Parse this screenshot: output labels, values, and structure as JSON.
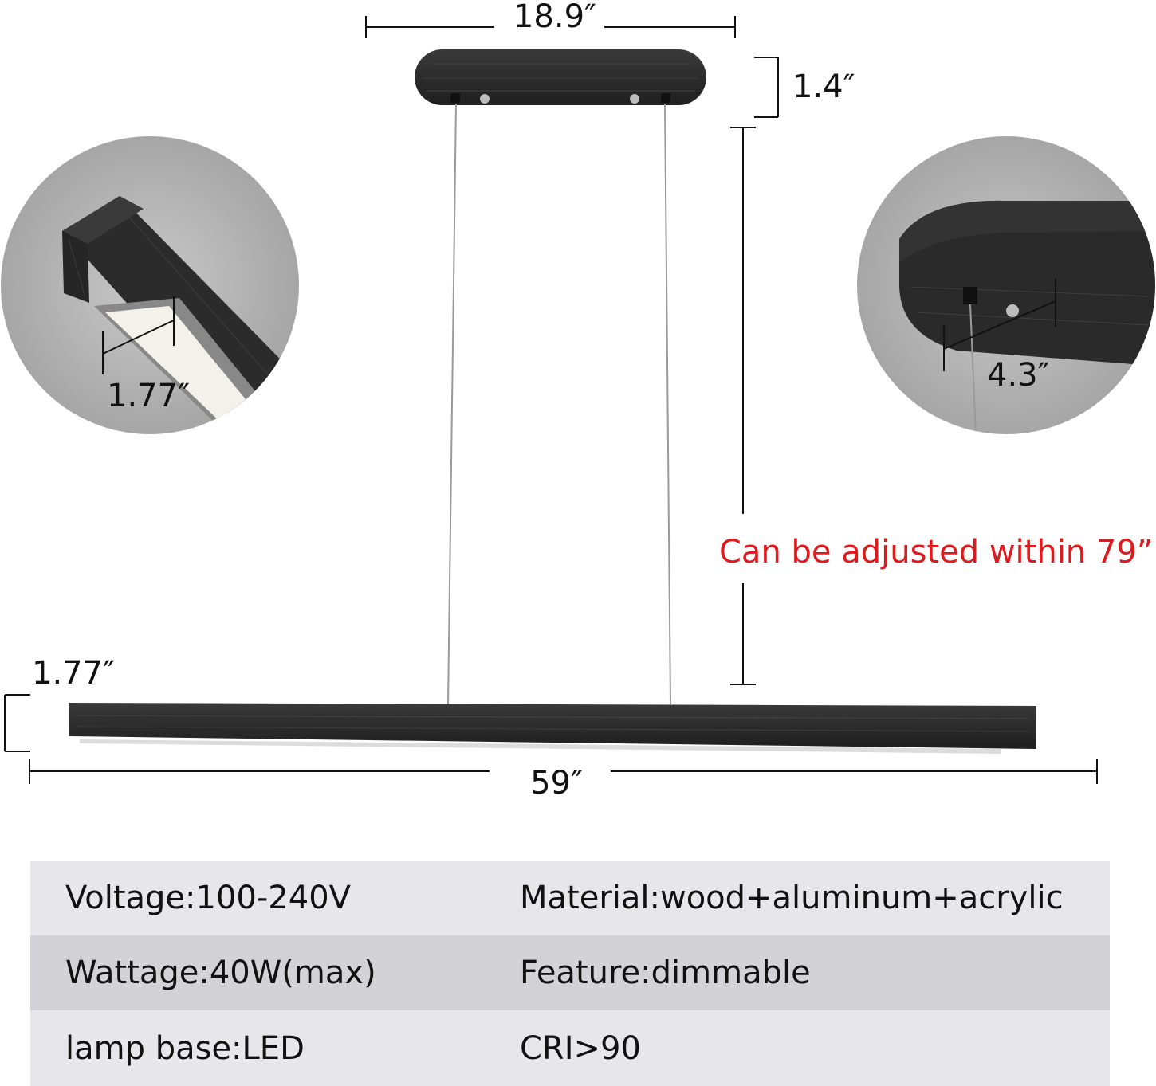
{
  "dimensions": {
    "canopy_width": "18.9″",
    "canopy_height": "1.4″",
    "bar_height": "1.77″",
    "bar_length": "59″",
    "detail_left_width": "1.77″",
    "detail_right_spacing": "4.3″"
  },
  "note": "Can be adjusted within 79”",
  "colors": {
    "note": "#e0191d",
    "fixture": "#2a2a2a",
    "row_light": "#e7e6eb",
    "row_dark": "#d3d2d7"
  },
  "specs": [
    {
      "left": "Voltage:100-240V",
      "right": "Material:wood+aluminum+acrylic"
    },
    {
      "left": "Wattage:40W(max)",
      "right": "Feature:dimmable"
    },
    {
      "left": "lamp base:LED",
      "right": "CRI>90"
    }
  ]
}
